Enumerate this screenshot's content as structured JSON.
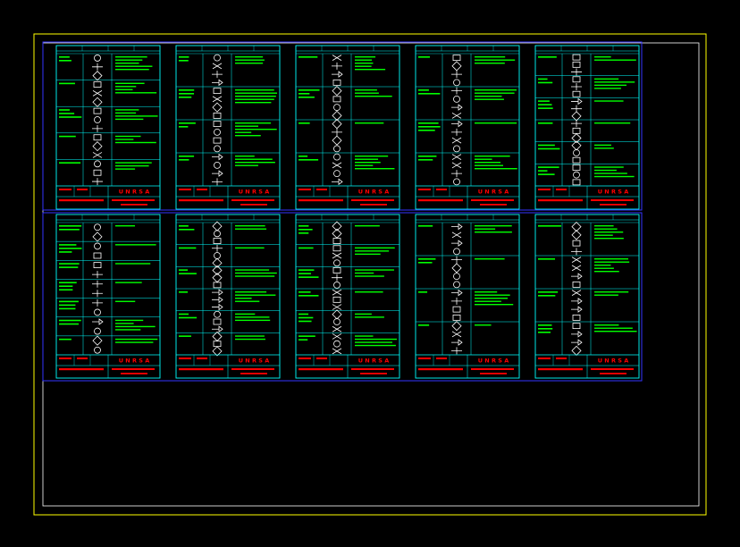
{
  "app": {
    "title": "",
    "view": "model-space drawing of pneumatic / hydraulic symbol sheets"
  },
  "colors": {
    "background": "#000000",
    "outer_border": "#ffff00",
    "inner_border": "#ffffff",
    "sheet_frame": "#3333ff",
    "grid_lines": "#00ffff",
    "text_green": "#00ff00",
    "symbols": "#ffffff",
    "title_red": "#ff0000",
    "title_yellow": "#ffff00"
  },
  "sheets": [
    {
      "row": 0,
      "col": 0,
      "title": "U N R S A"
    },
    {
      "row": 0,
      "col": 1,
      "title": "U N R S A"
    },
    {
      "row": 0,
      "col": 2,
      "title": "U N R S A"
    },
    {
      "row": 0,
      "col": 3,
      "title": "U N R S A"
    },
    {
      "row": 0,
      "col": 4,
      "title": "U N R S A"
    },
    {
      "row": 1,
      "col": 0,
      "title": "U N R S A"
    },
    {
      "row": 1,
      "col": 1,
      "title": "U N R S A"
    },
    {
      "row": 1,
      "col": 2,
      "title": "U N R S A"
    },
    {
      "row": 1,
      "col": 3,
      "title": "U N R S A"
    },
    {
      "row": 1,
      "col": 4,
      "title": "U N R S A"
    }
  ]
}
